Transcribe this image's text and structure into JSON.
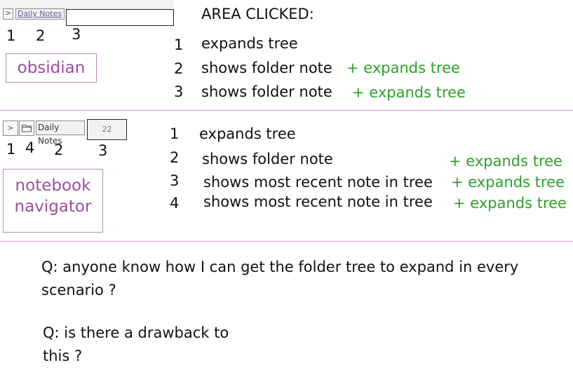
{
  "header": "AREA CLICKED:",
  "obsidian": {
    "folder_label": "Daily Notes",
    "chevron": ">",
    "labels": [
      "1",
      "2",
      "3"
    ],
    "legend": "obsidian",
    "rows": [
      {
        "num": "1",
        "action": "expands tree",
        "extra": ""
      },
      {
        "num": "2",
        "action": "shows folder note",
        "extra": "+ expands tree"
      },
      {
        "num": "3",
        "action": "shows folder note",
        "extra": "+ expands tree"
      }
    ]
  },
  "notebook": {
    "folder_label": "Daily Notes",
    "chevron": ">",
    "count": "22",
    "labels": [
      "1",
      "4",
      "2",
      "3"
    ],
    "legend_line1": "notebook",
    "legend_line2": "navigator",
    "rows": [
      {
        "num": "1",
        "action": "expands tree",
        "extra": ""
      },
      {
        "num": "2",
        "action": "shows folder note",
        "extra": "+ expands tree"
      },
      {
        "num": "3",
        "action": "shows most recent note in tree",
        "extra": "+ expands tree"
      },
      {
        "num": "4",
        "action": "shows most recent note in tree",
        "extra": "+ expands tree"
      }
    ]
  },
  "questions": {
    "q1_line1": "Q: anyone know how I can get the folder tree to expand in every",
    "q1_line2": "scenario ?",
    "q2_line1": "Q: is there a drawback to",
    "q2_line2": "this ?"
  },
  "colors": {
    "accent_green": "#2ca02c",
    "accent_purple": "#9b4fa0",
    "divider": "#c79bc8"
  }
}
